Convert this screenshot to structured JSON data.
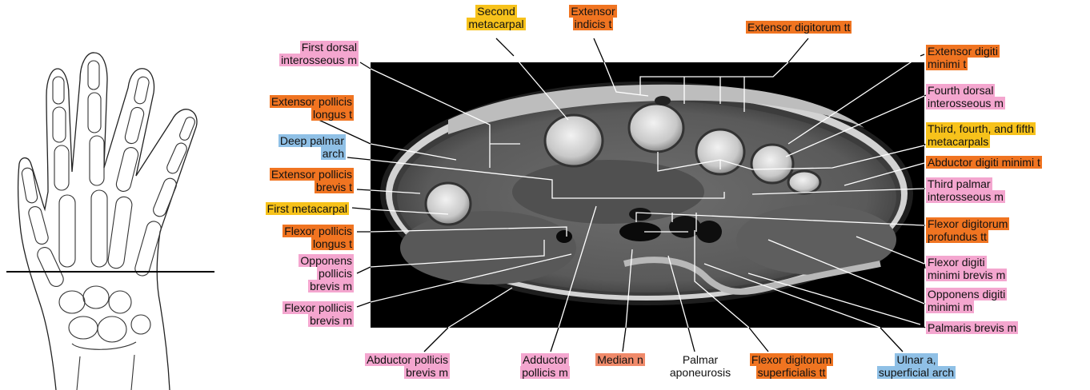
{
  "colors": {
    "pink": "#f4a6cf",
    "orange": "#f07421",
    "yellow": "#f7c21b",
    "blue": "#8fc0e6",
    "salmon": "#f08a6a",
    "none": "transparent"
  },
  "labels": {
    "second_metacarpal": {
      "lines": [
        "Second",
        "metacarpal"
      ],
      "color": "yellow"
    },
    "extensor_indicis": {
      "lines": [
        "Extensor",
        "indicis t"
      ],
      "color": "orange"
    },
    "extensor_digitorum": {
      "lines": [
        "Extensor digitorum tt"
      ],
      "color": "orange"
    },
    "first_dorsal_interosseous": {
      "lines": [
        "First dorsal",
        "interosseous m"
      ],
      "color": "pink"
    },
    "extensor_pollicis_longus": {
      "lines": [
        "Extensor pollicis",
        "longus t"
      ],
      "color": "orange"
    },
    "deep_palmar_arch": {
      "lines": [
        "Deep palmar",
        "arch"
      ],
      "color": "blue"
    },
    "extensor_pollicis_brevis": {
      "lines": [
        "Extensor pollicis",
        "brevis t"
      ],
      "color": "orange"
    },
    "first_metacarpal": {
      "lines": [
        "First metacarpal"
      ],
      "color": "yellow"
    },
    "flexor_pollicis_longus": {
      "lines": [
        "Flexor pollicis",
        "longus t"
      ],
      "color": "orange"
    },
    "opponens_pollicis": {
      "lines": [
        "Opponens",
        "pollicis",
        "brevis m"
      ],
      "color": "pink"
    },
    "flexor_pollicis_brevis": {
      "lines": [
        "Flexor pollicis",
        "brevis m"
      ],
      "color": "pink"
    },
    "extensor_digiti_minimi": {
      "lines": [
        "Extensor digiti",
        "minimi t"
      ],
      "color": "orange"
    },
    "fourth_dorsal_interosseous": {
      "lines": [
        "Fourth dorsal",
        "interosseous m"
      ],
      "color": "pink"
    },
    "third_fourth_fifth_metacarpals": {
      "lines": [
        "Third, fourth, and fifth",
        "metacarpals"
      ],
      "color": "yellow"
    },
    "abductor_digiti_minimi": {
      "lines": [
        "Abductor digiti minimi t"
      ],
      "color": "orange"
    },
    "third_palmar_interosseous": {
      "lines": [
        "Third palmar",
        "interosseous m"
      ],
      "color": "pink"
    },
    "flexor_digitorum_profundus": {
      "lines": [
        "Flexor digitorum",
        "profundus tt"
      ],
      "color": "orange"
    },
    "flexor_digiti_minimi_brevis": {
      "lines": [
        "Flexor digiti",
        "minimi brevis m"
      ],
      "color": "pink"
    },
    "opponens_digiti_minimi": {
      "lines": [
        "Opponens digiti",
        "minimi m"
      ],
      "color": "pink"
    },
    "palmaris_brevis": {
      "lines": [
        "Palmaris brevis m"
      ],
      "color": "pink"
    },
    "abductor_pollicis_brevis": {
      "lines": [
        "Abductor pollicis",
        "brevis m"
      ],
      "color": "pink"
    },
    "adductor_pollicis": {
      "lines": [
        "Adductor",
        "pollicis m"
      ],
      "color": "pink"
    },
    "median_nerve": {
      "lines": [
        "Median n"
      ],
      "color": "salmon"
    },
    "palmar_aponeurosis": {
      "lines": [
        "Palmar",
        "aponeurosis"
      ],
      "color": "none"
    },
    "flexor_digitorum_superficialis": {
      "lines": [
        "Flexor digitorum",
        "superficialis tt"
      ],
      "color": "orange"
    },
    "ulnar_artery": {
      "lines": [
        "Ulnar a,",
        "superficial arch"
      ],
      "color": "blue"
    }
  }
}
